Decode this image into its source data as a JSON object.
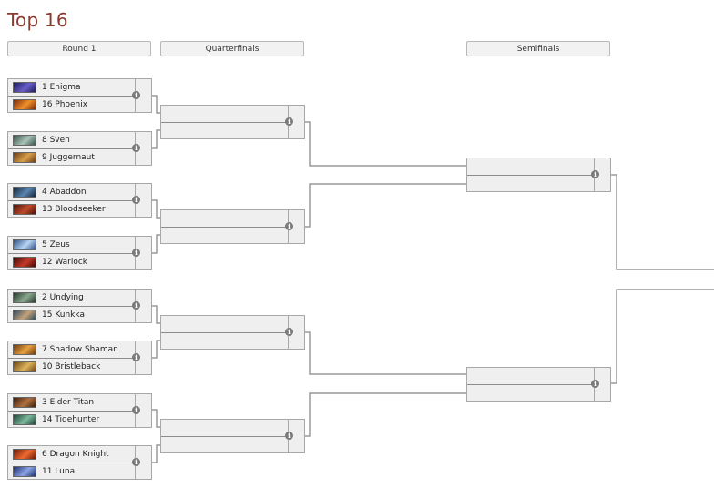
{
  "page": {
    "title": "Top 16"
  },
  "rounds": [
    {
      "label": "Round 1"
    },
    {
      "label": "Quarterfinals"
    },
    {
      "label": "Semifinals"
    }
  ],
  "round1": [
    {
      "top": {
        "label": "1 Enigma",
        "icon": "enigma-icon",
        "color": "#3b3a8a"
      },
      "bottom": {
        "label": "16 Phoenix",
        "icon": "phoenix-icon",
        "color": "#c4581e"
      }
    },
    {
      "top": {
        "label": "8 Sven",
        "icon": "sven-icon",
        "color": "#5b7a70"
      },
      "bottom": {
        "label": "9 Juggernaut",
        "icon": "juggernaut-icon",
        "color": "#a8662a"
      }
    },
    {
      "top": {
        "label": "4 Abaddon",
        "icon": "abaddon-icon",
        "color": "#2f4a6a"
      },
      "bottom": {
        "label": "13 Bloodseeker",
        "icon": "bloodseeker-icon",
        "color": "#8a2a1e"
      }
    },
    {
      "top": {
        "label": "5 Zeus",
        "icon": "zeus-icon",
        "color": "#6c8fbf"
      },
      "bottom": {
        "label": "12 Warlock",
        "icon": "warlock-icon",
        "color": "#7a1c14"
      }
    },
    {
      "top": {
        "label": "2 Undying",
        "icon": "undying-icon",
        "color": "#4f6b55"
      },
      "bottom": {
        "label": "15 Kunkka",
        "icon": "kunkka-icon",
        "color": "#5c7f96"
      }
    },
    {
      "top": {
        "label": "7 Shadow Shaman",
        "icon": "shadow-shaman-icon",
        "color": "#b8702a"
      },
      "bottom": {
        "label": "10 Bristleback",
        "icon": "bristleback-icon",
        "color": "#b5822e"
      }
    },
    {
      "top": {
        "label": "3 Elder Titan",
        "icon": "elder-titan-icon",
        "color": "#6a3a1e"
      },
      "bottom": {
        "label": "14 Tidehunter",
        "icon": "tidehunter-icon",
        "color": "#3a6b58"
      }
    },
    {
      "top": {
        "label": "6 Dragon Knight",
        "icon": "dragon-knight-icon",
        "color": "#b23a18"
      },
      "bottom": {
        "label": "11 Luna",
        "icon": "luna-icon",
        "color": "#3f5ea8"
      }
    }
  ],
  "info_glyph": "i"
}
